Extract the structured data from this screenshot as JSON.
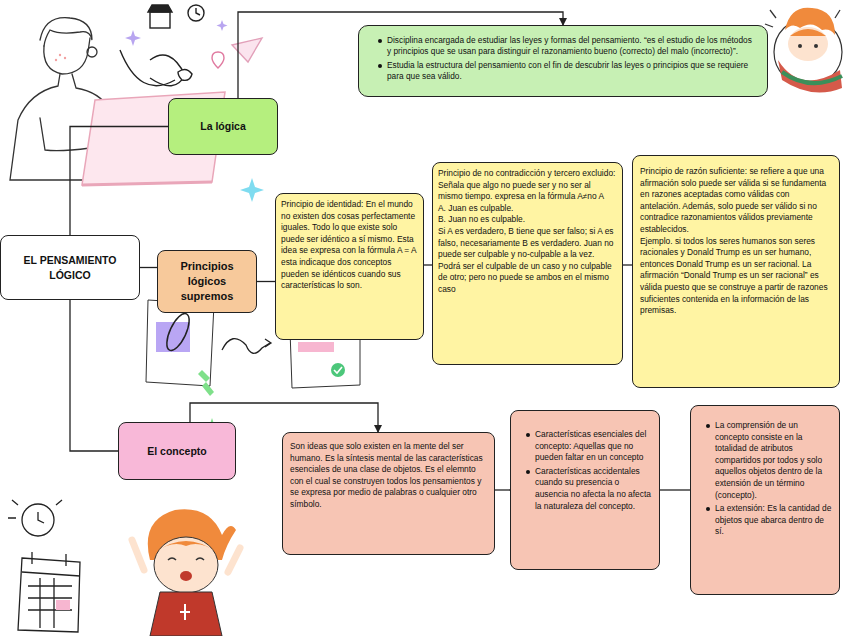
{
  "diagram": {
    "nodes": [
      {
        "text": [
          "La lógica"
        ]
      },
      {
        "text": [
          "Disciplina encargada de estudiar las leyes y formas del pensamiento. “es el estudio de los métodos y principios que se usan para distinguir el razonamiento bueno (correcto) del malo (incorrecto)”.",
          "Estudia la estructura del pensamiento con el fin de descubrir las leyes o principios que se requiere para que sea válido."
        ]
      },
      {
        "text": [
          "EL PENSAMIENTO LÓGICO"
        ]
      },
      {
        "text": [
          "Principios lógicos supremos"
        ]
      },
      {
        "text": [
          "Principio de identidad: En el mundo no existen dos cosas perfectamente iguales. Todo lo que existe solo puede ser idéntico a sí mismo. Esta idea se expresa con la fórmula A = A esta indicaque dos conceptos pueden se idénticos cuando sus características lo son."
        ]
      },
      {
        "text": [
          "Principio de no contradicción y tercero excluido: Señala que algo no puede ser y no ser al mismo tiempo. expresa en la fórmula A≠no A",
          "A. Juan es culpable.",
          "B. Juan no es culpable.",
          "Si A es verdadero, B tiene que ser falso; si A es falso, necesariamente B es verdadero. Juan no puede ser culpable y no-culpable a la vez.",
          "Podrá ser el culpable de un caso y no culpable de otro; pero no puede se ambos en el mismo caso"
        ]
      },
      {
        "text": [
          "Principio de razón suficiente: se refiere a que una afirmación solo puede ser válida si se fundamenta en razones aceptadas como válidas con antelación. Además, solo puede ser válido si no contradice razonamientos válidos previamente establecidos.",
          "Ejemplo. si todos los seres humanos son seres racionales y Donald Trump es un ser humano, entonces Donald Trump es un ser racional. La afirmación “Donald Trump es un ser racional” es válida puesto que se construye a partir de razones suficientes contenida en la información de las premisas."
        ]
      },
      {
        "text": [
          "El concepto"
        ]
      },
      {
        "text": [
          "Son ideas que solo existen en la mente del ser humano. Es la síntesis mental de las características esenciales de una clase de objetos. Es el elemnto con el cual se construyen todos los pensamientos y se expresa por medio de palabras o cualquier otro símbolo."
        ]
      },
      {
        "text": [
          "Características esenciales del concepto: Aquellas que no pueden faltar en un concepto",
          "Características accidentales cuando su presencia o ausencia no afecta la no afecta la naturaleza del concepto."
        ]
      },
      {
        "text": [
          "La comprensión de un concepto consiste en la totalidad de atributos compartidos por todos y solo aquellos objetos dentro de la extensión de un término (concepto).",
          "La extensión: Es la cantidad de objetos que abarca dentro de sí."
        ]
      }
    ],
    "edges": [
      {
        "from": 2,
        "to": 0,
        "arrow": "none"
      },
      {
        "from": 2,
        "to": 3,
        "arrow": "none"
      },
      {
        "from": 2,
        "to": 7,
        "arrow": "none"
      },
      {
        "from": 0,
        "to": 1,
        "arrow": "to"
      },
      {
        "from": 3,
        "to": 4,
        "arrow": "none"
      },
      {
        "from": 4,
        "to": 5,
        "arrow": "none"
      },
      {
        "from": 5,
        "to": 6,
        "arrow": "none"
      },
      {
        "from": 7,
        "to": 8,
        "arrow": "to"
      },
      {
        "from": 8,
        "to": 9,
        "arrow": "none"
      },
      {
        "from": 9,
        "to": 10,
        "arrow": "none"
      }
    ]
  }
}
